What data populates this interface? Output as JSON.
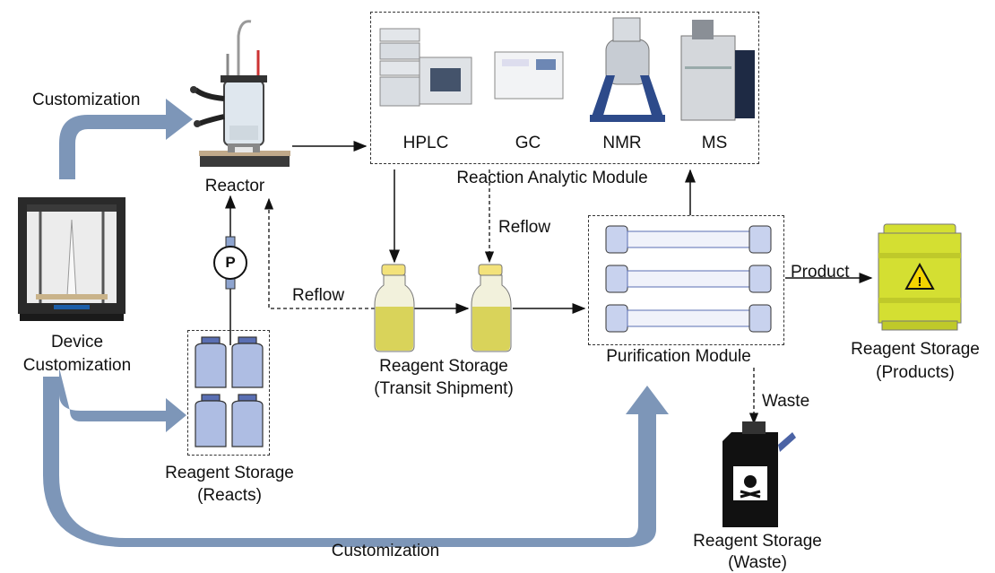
{
  "labels": {
    "customization_top": "Customization",
    "customization_bottom": "Customization",
    "device_line1": "Device",
    "device_line2": "Customization",
    "reactor": "Reactor",
    "pump": "P",
    "reflow_left": "Reflow",
    "reflow_mid": "Reflow",
    "storage_reacts_line1": "Reagent Storage",
    "storage_reacts_line2": "(Reacts)",
    "storage_transit_line1": "Reagent Storage",
    "storage_transit_line2": "(Transit Shipment)",
    "analytic_module": "Reaction Analytic Module",
    "hplc": "HPLC",
    "gc": "GC",
    "nmr": "NMR",
    "ms": "MS",
    "purification_module": "Purification Module",
    "product": "Product",
    "waste": "Waste",
    "storage_products_line1": "Reagent Storage",
    "storage_products_line2": "(Products)",
    "storage_waste_line1": "Reagent Storage",
    "storage_waste_line2": "(Waste)"
  },
  "colors": {
    "customization_arrow": "#7d96b8",
    "bottle_blue": "#aebde3",
    "flask_yellow": "#d9d35a",
    "drum_yellow": "#d4df32",
    "column_blue": "#c8d2ee",
    "waste_can": "#111111"
  }
}
